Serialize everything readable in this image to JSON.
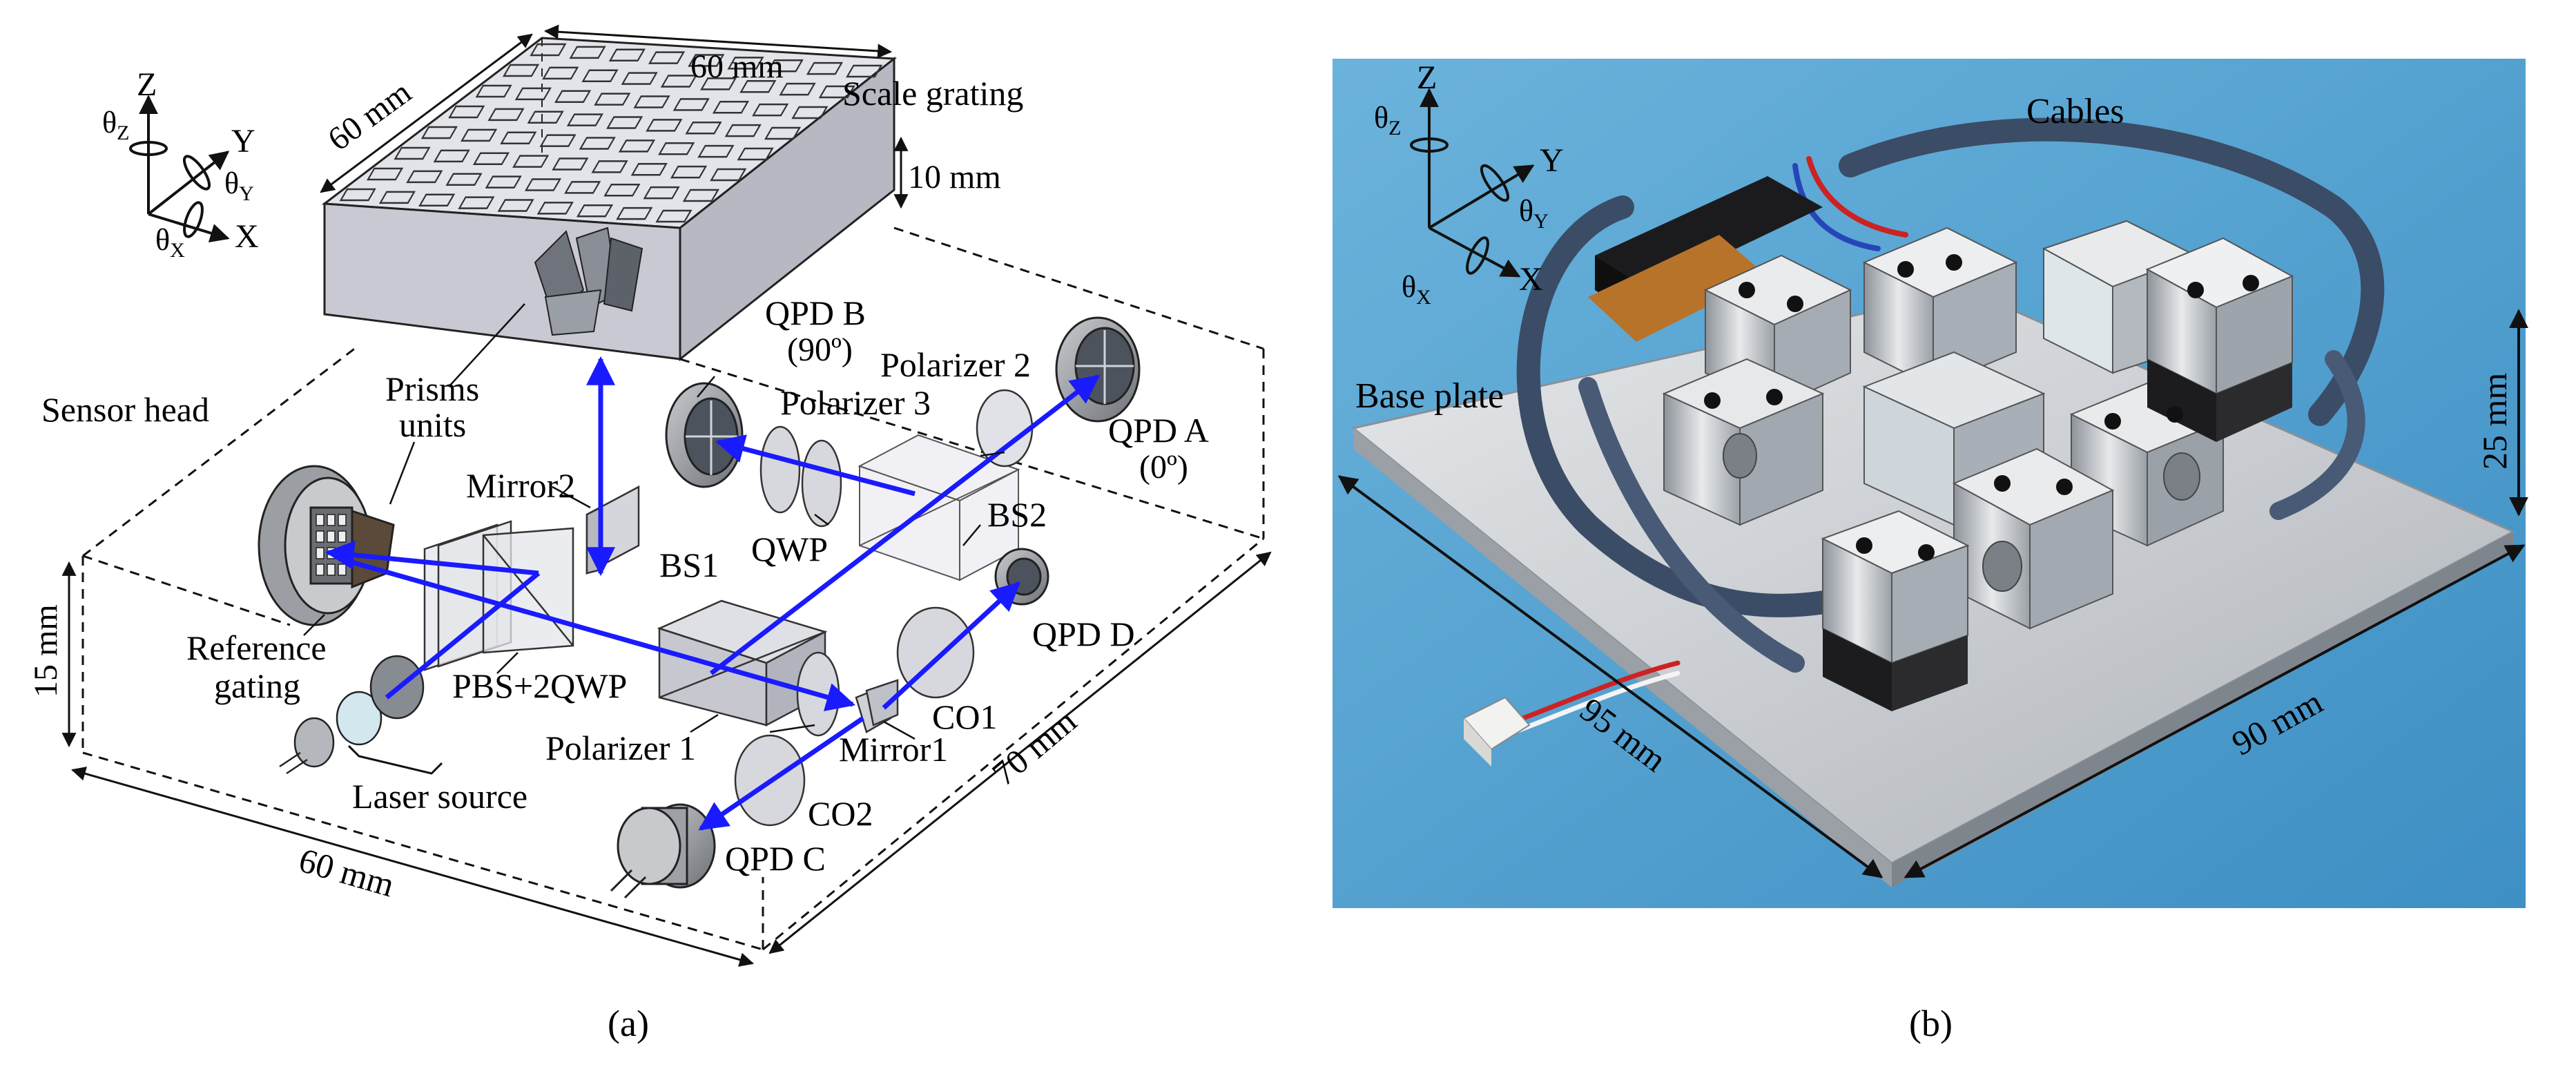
{
  "panel_a": {
    "caption": "(a)",
    "axes": {
      "z": "Z",
      "y": "Y",
      "x": "X",
      "theta": "θ",
      "sub_z": "Z",
      "sub_y": "Y",
      "sub_x": "X"
    },
    "dims": {
      "grating_depth": "60 mm",
      "grating_width": "60 mm",
      "grating_height": "10 mm",
      "head_height": "15 mm",
      "head_width": "60  mm",
      "head_depth": "70 mm"
    },
    "labels": {
      "scale_grating": "Scale grating",
      "sensor_head": "Sensor head",
      "prisms": "Prisms",
      "units": "units",
      "mirror2": "Mirror2",
      "qpd_b": "QPD B",
      "qpd_b_angle": "(90º)",
      "polarizer2": "Polarizer 2",
      "polarizer3": "Polarizer 3",
      "qpd_a": "QPD A",
      "qpd_a_angle": "(0º)",
      "qwp": "QWP",
      "bs1": "BS1",
      "bs2": "BS2",
      "reference": "Reference",
      "gating": "gating",
      "pbs": "PBS+2QWP",
      "qpd_d": "QPD D",
      "co1": "CO1",
      "polarizer1": "Polarizer 1",
      "mirror1": "Mirror1",
      "laser_source": "Laser source",
      "co2": "CO2",
      "qpd_c": "QPD C"
    }
  },
  "panel_b": {
    "caption": "(b)",
    "axes": {
      "z": "Z",
      "y": "Y",
      "x": "X",
      "theta": "θ",
      "sub_z": "Z",
      "sub_y": "Y",
      "sub_x": "X"
    },
    "labels": {
      "cables": "Cables",
      "base_plate": "Base plate"
    },
    "dims": {
      "height": "25 mm",
      "depth": "95 mm",
      "width": "90 mm"
    },
    "photo_background": "#5aa6d2",
    "plate_color": "#c9cdd2"
  },
  "colors": {
    "beam": "#1a1aff",
    "line": "#111111",
    "grating_fill": "#d7d9e0"
  }
}
